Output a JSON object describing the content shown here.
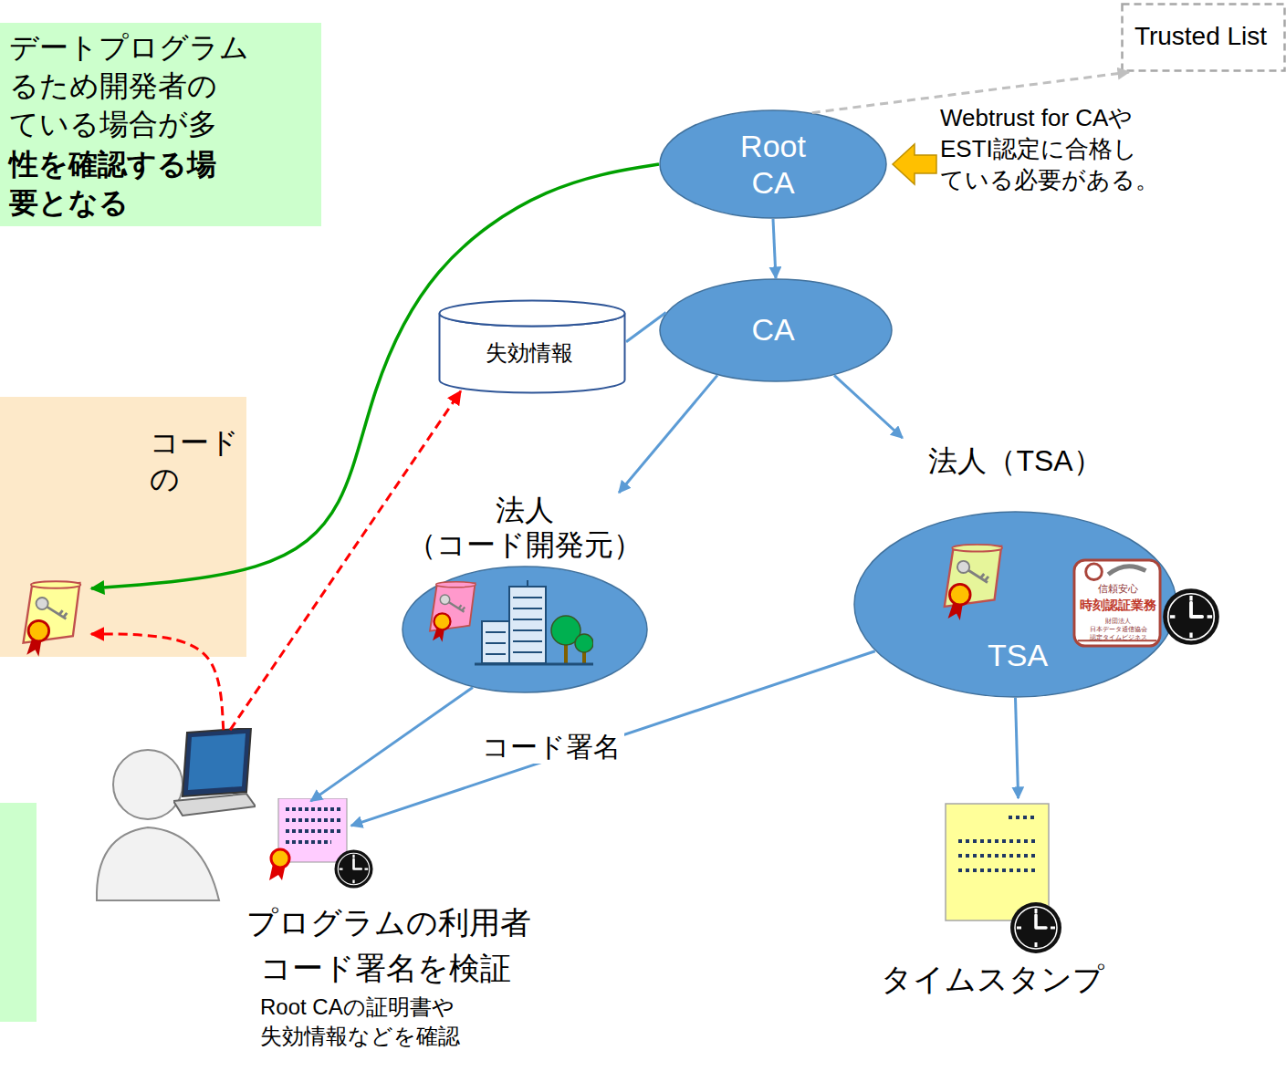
{
  "diagram": {
    "nodes": [
      {
        "text": [
          "デートプログラム るため開発者の ている場合が多",
          "性を確認する場 要となる"
        ]
      },
      {
        "text": [
          "コード の"
        ]
      },
      {
        "text": [
          "Root CA"
        ]
      },
      {
        "text": [
          "Trusted List"
        ]
      },
      {
        "text": [
          "CA"
        ]
      },
      {
        "text": [
          "失効情報"
        ]
      },
      {
        "text": [
          "法人 （コード開発元）"
        ]
      },
      {
        "text": [
          "法人（TSA）",
          "TSA"
        ]
      },
      {
        "text": [
          "プログラムの利用者",
          "コード署名を検証",
          "Root CAの証明書や 失効情報などを確認"
        ]
      },
      {
        "text": [
          "タイムスタンプ"
        ]
      }
    ],
    "edges": [
      {
        "from": 2,
        "to": 3,
        "arrow": "to"
      },
      {
        "from": 2,
        "to": 4,
        "arrow": "to"
      },
      {
        "from": 4,
        "to": 5,
        "arrow": "none"
      },
      {
        "from": 4,
        "to": 6,
        "arrow": "to"
      },
      {
        "from": 4,
        "to": 7,
        "arrow": "to"
      },
      {
        "from": 2,
        "to": 1,
        "arrow": "to"
      },
      {
        "from": 8,
        "to": 5,
        "arrow": "to"
      },
      {
        "from": 8,
        "to": 1,
        "arrow": "to"
      },
      {
        "from": 6,
        "to": 8,
        "label": "コード署名",
        "arrow": "to"
      },
      {
        "from": 7,
        "to": 8,
        "arrow": "to"
      },
      {
        "from": 7,
        "to": 9,
        "arrow": "to"
      }
    ],
    "labels": [
      "Webtrust for CAや ESTI認定に合格し ている必要がある。",
      "信頼安心",
      "時刻認証業務",
      "財団法人 日本データ通信協会 認定タイムビジネス"
    ]
  }
}
